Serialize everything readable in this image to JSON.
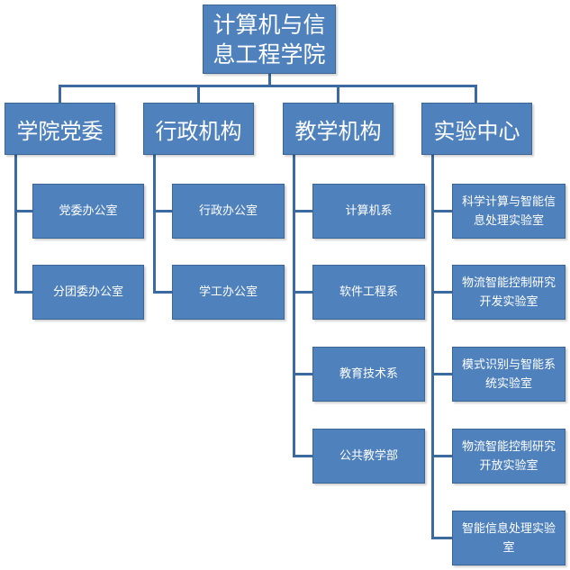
{
  "colors": {
    "box_fill": "#4f81bd",
    "box_border": "#3a6595",
    "connector": "#3b6aa0",
    "text": "#ffffff"
  },
  "org_chart": {
    "root": {
      "label": "计算机与信息工程学院"
    },
    "branches": [
      {
        "label": "学院党委",
        "children": [
          "党委办公室",
          "分团委办公室"
        ]
      },
      {
        "label": "行政机构",
        "children": [
          "行政办公室",
          "学工办公室"
        ]
      },
      {
        "label": "教学机构",
        "children": [
          "计算机系",
          "软件工程系",
          "教育技术系",
          "公共教学部"
        ]
      },
      {
        "label": "实验中心",
        "children": [
          "科学计算与智能信息处理实验室",
          "物流智能控制研究开发实验室",
          "模式识别与智能系统实验室",
          "物流智能控制研究开放实验室",
          "智能信息处理实验室"
        ]
      }
    ]
  }
}
